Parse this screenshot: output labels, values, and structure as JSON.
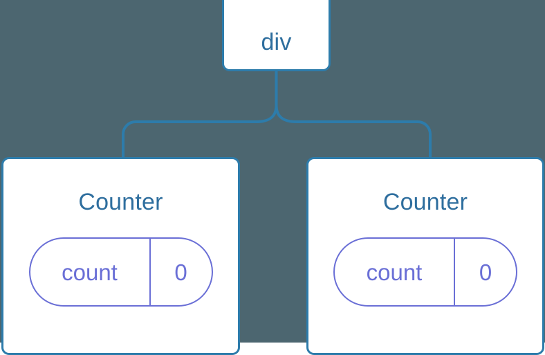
{
  "diagram": {
    "type": "component-tree",
    "background_color": "#4c6670",
    "edge_color": "#2d7cab",
    "node_border_color": "#2d7cab",
    "node_fill_color": "#ffffff",
    "node_label_color": "#2e6e9e",
    "state_color": "#6a6fd6",
    "root": {
      "label": "div"
    },
    "children": [
      {
        "title": "Counter",
        "state": {
          "key": "count",
          "value": "0"
        }
      },
      {
        "title": "Counter",
        "state": {
          "key": "count",
          "value": "0"
        }
      }
    ]
  }
}
